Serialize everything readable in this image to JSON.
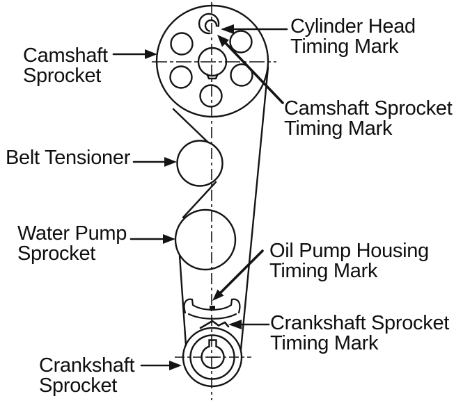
{
  "colors": {
    "background": "#ffffff",
    "line": "#141414",
    "text": "#0f0f0f"
  },
  "labels": {
    "camshaft_sprocket": {
      "line1": "Camshaft",
      "line2": "Sprocket"
    },
    "cylinder_head_timing_mark": {
      "line1": "Cylinder Head",
      "line2": "Timing Mark"
    },
    "camshaft_sprocket_timing_mark": {
      "line1": "Camshaft Sprocket",
      "line2": "Timing Mark"
    },
    "belt_tensioner": {
      "line1": "Belt Tensioner"
    },
    "water_pump_sprocket": {
      "line1": "Water Pump",
      "line2": "Sprocket"
    },
    "oil_pump_housing_timing_mark": {
      "line1": "Oil Pump Housing",
      "line2": "Timing Mark"
    },
    "crankshaft_sprocket_timing_mark": {
      "line1": "Crankshaft Sprocket",
      "line2": "Timing Mark"
    },
    "crankshaft_sprocket": {
      "line1": "Crankshaft",
      "line2": "Sprocket"
    }
  }
}
